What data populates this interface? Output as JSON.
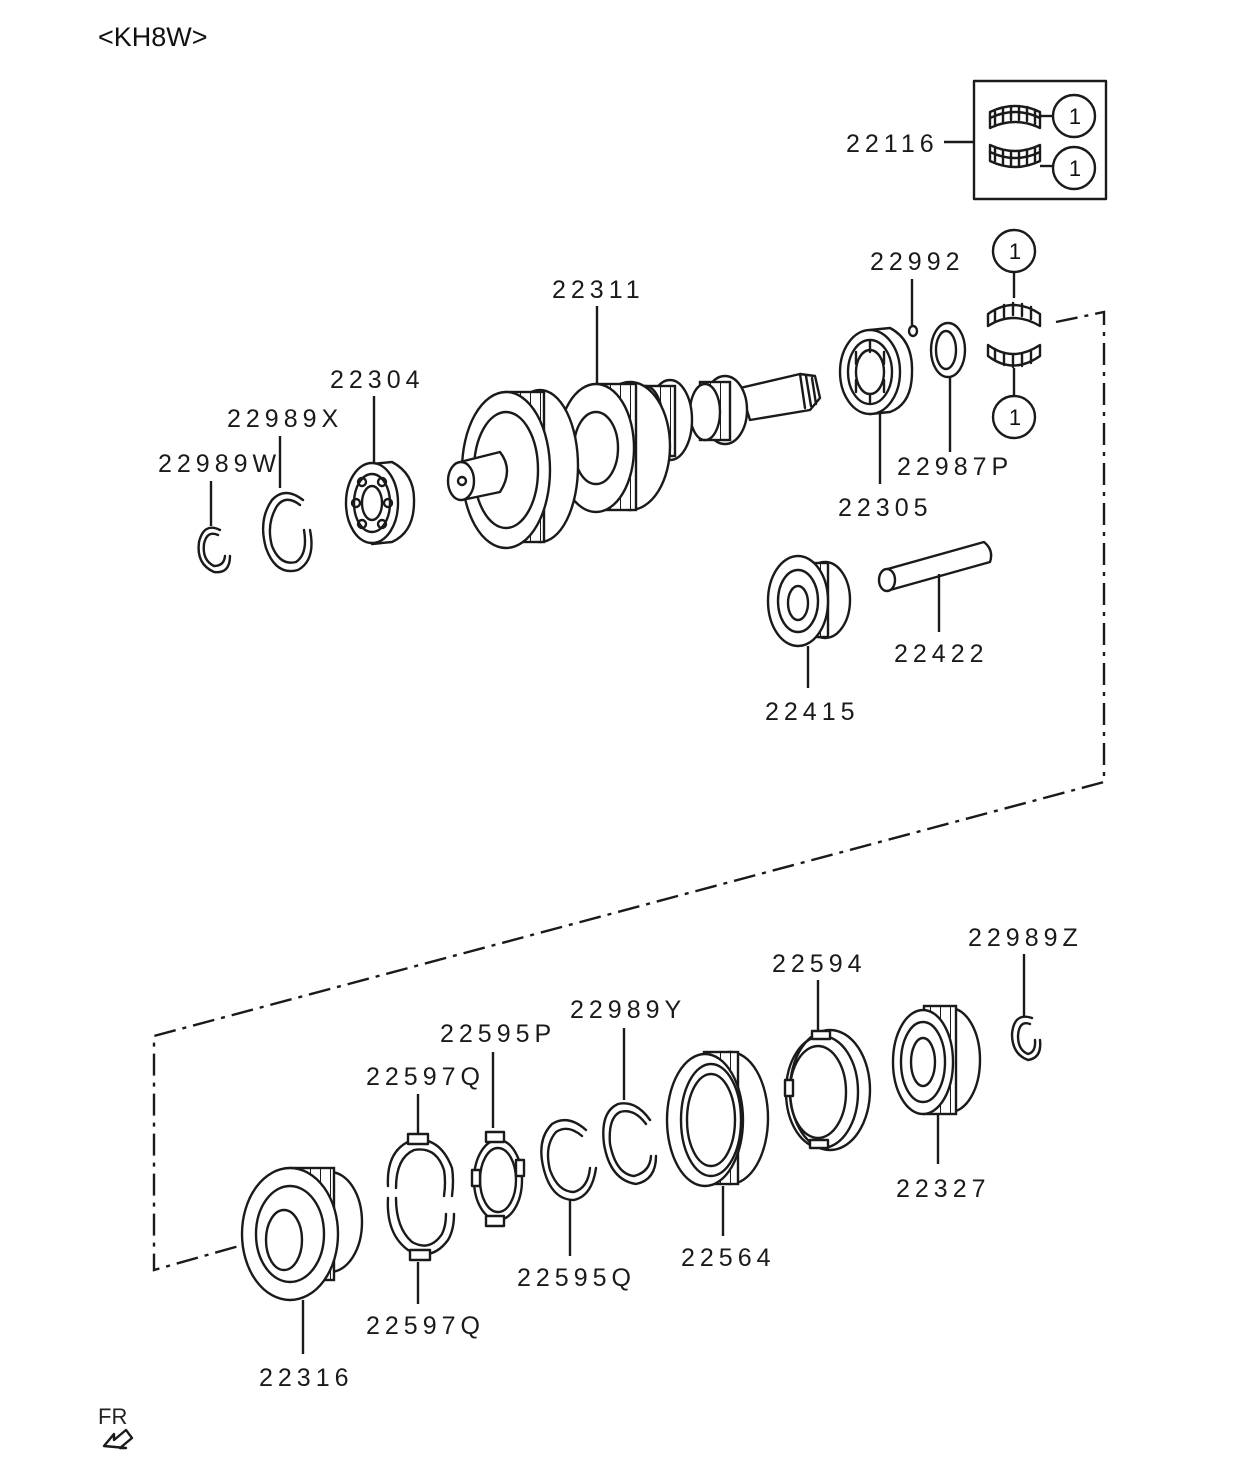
{
  "diagram": {
    "title": "<KH8W>",
    "callout_number": "1",
    "front_indicator": "FR",
    "parts": {
      "p22116": "22116",
      "p22992": "22992",
      "p22311": "22311",
      "p22304": "22304",
      "p22989X": "22989X",
      "p22989W": "22989W",
      "p22987P": "22987P",
      "p22305": "22305",
      "p22422": "22422",
      "p22415": "22415",
      "p22989Z": "22989Z",
      "p22594": "22594",
      "p22989Y": "22989Y",
      "p22595P": "22595P",
      "p22597Q_top": "22597Q",
      "p22327": "22327",
      "p22564": "22564",
      "p22595Q": "22595Q",
      "p22597Q_bottom": "22597Q",
      "p22316": "22316"
    }
  }
}
